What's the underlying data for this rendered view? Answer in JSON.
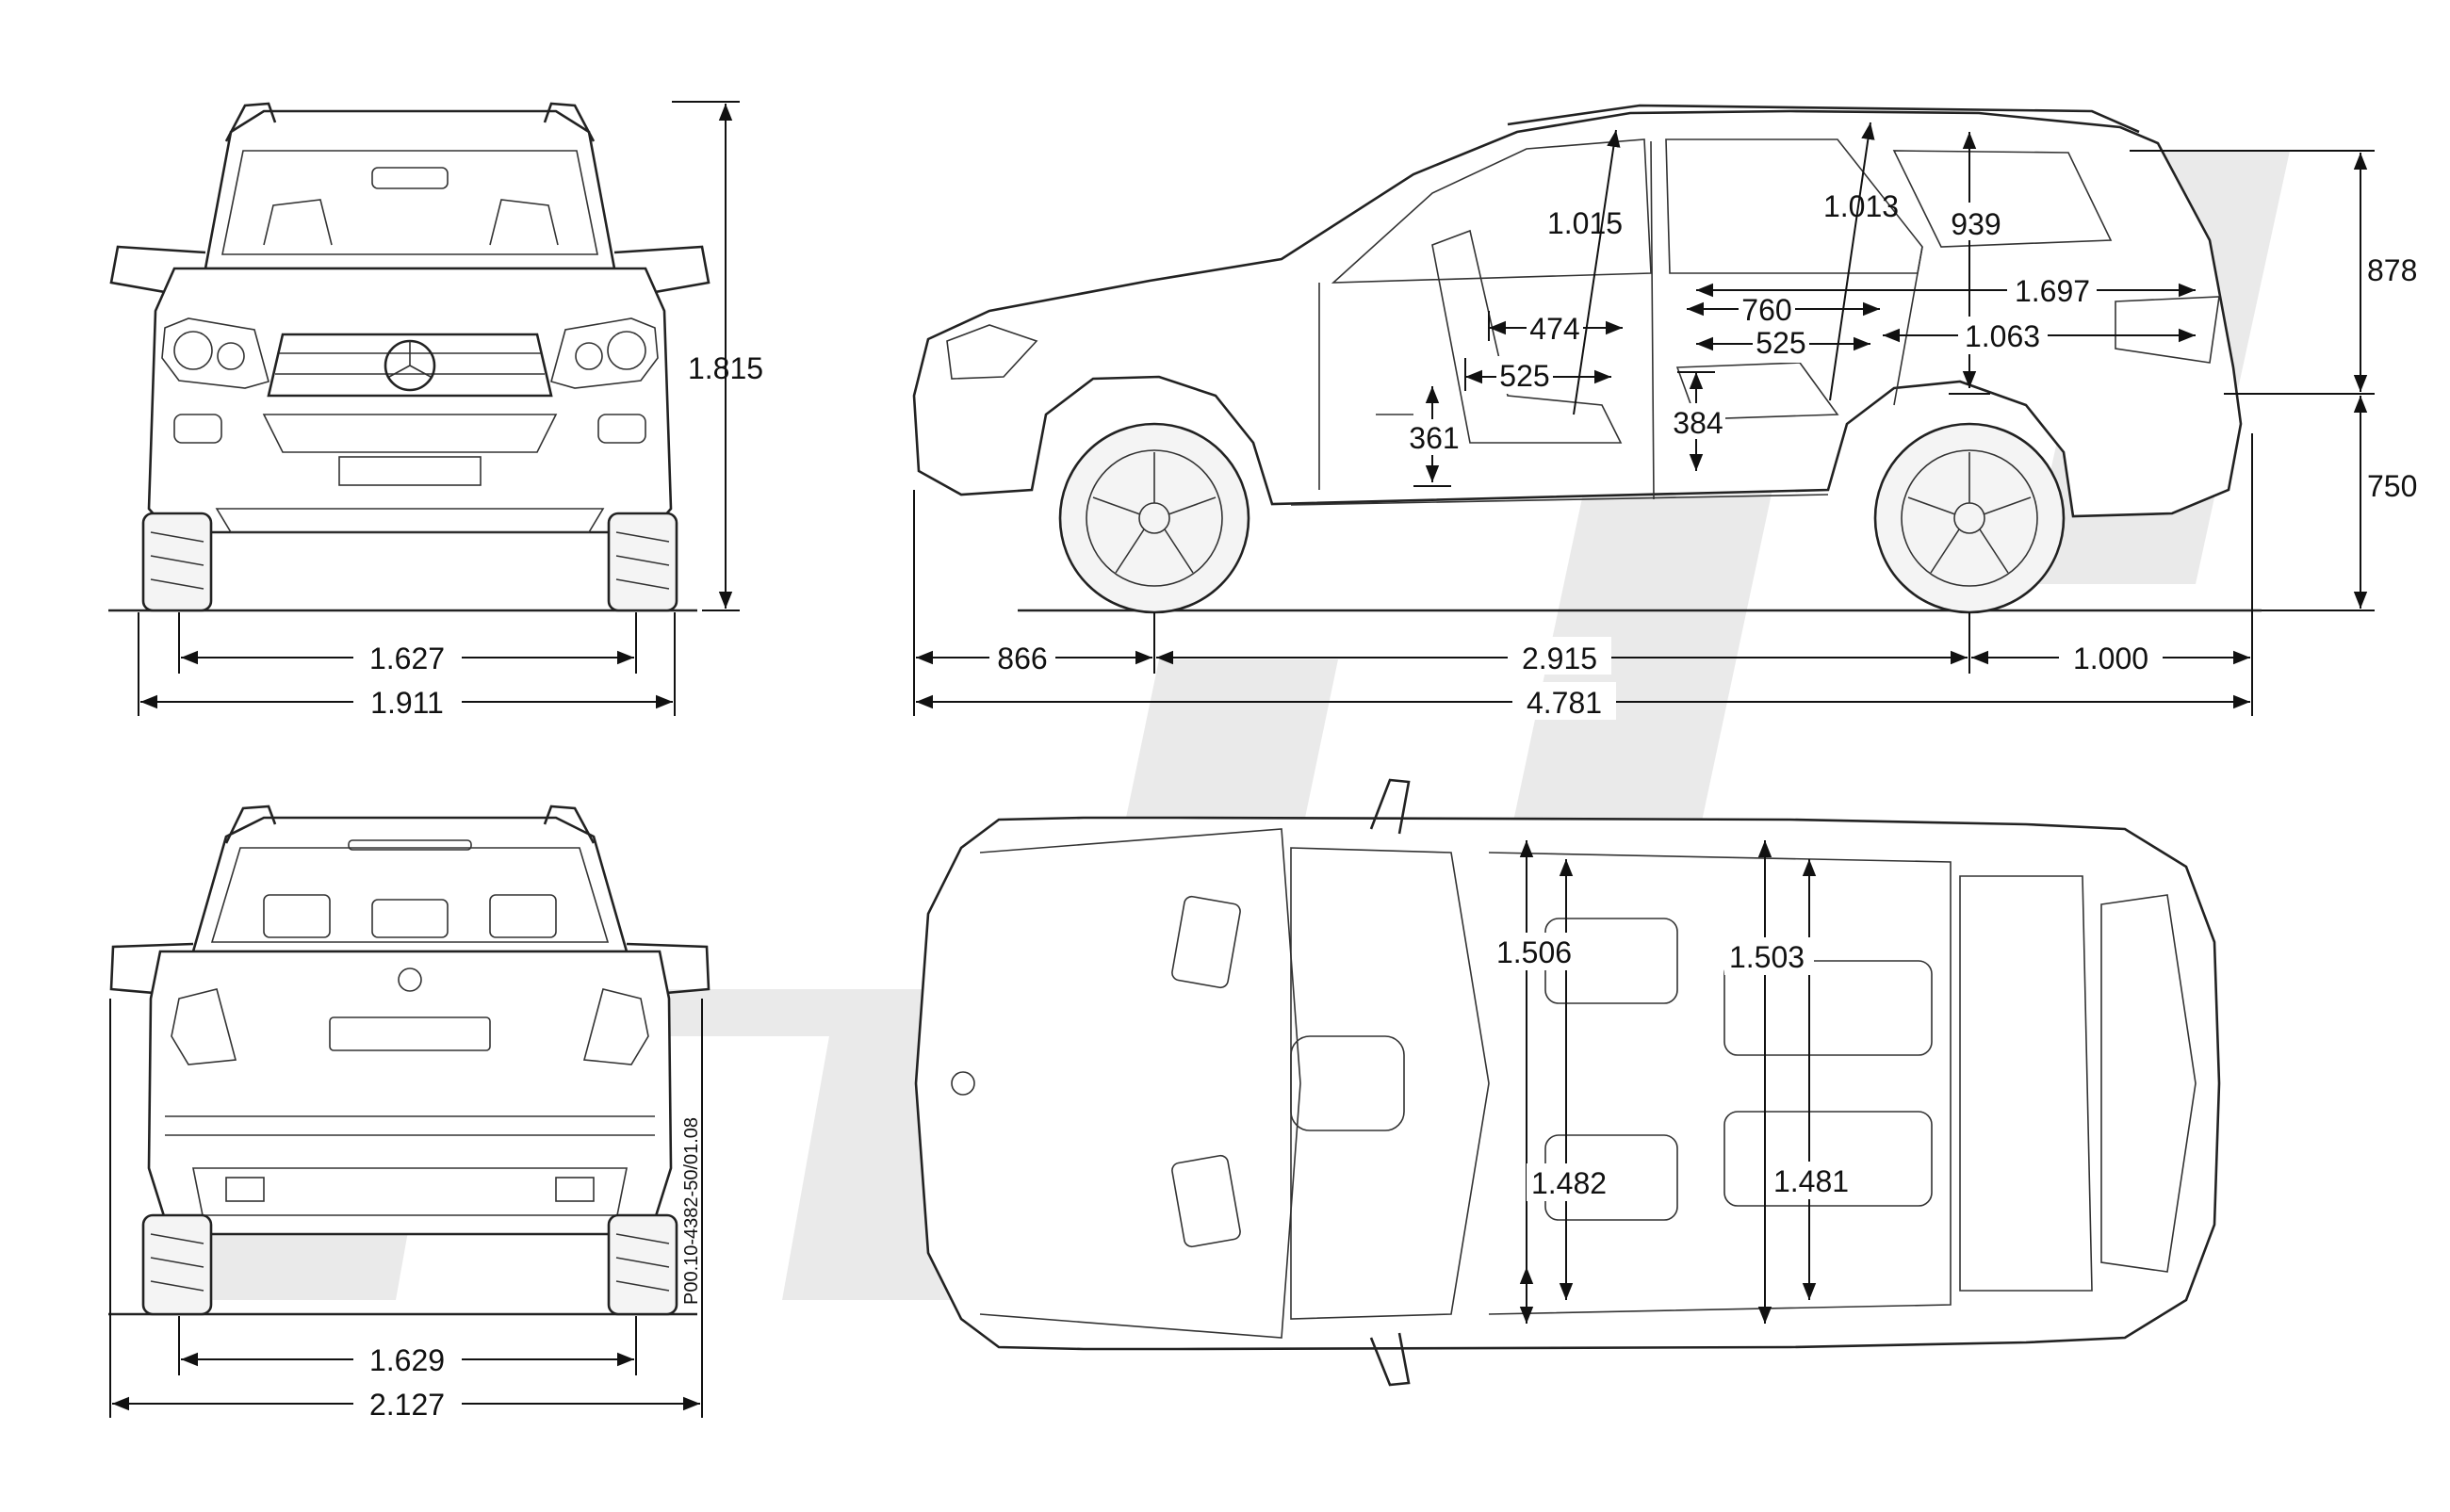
{
  "diagram": {
    "dimensions": {
      "front_height": "1.815",
      "front_track": "1.627",
      "front_width": "1.911",
      "rear_track": "1.629",
      "rear_width_mirrors": "2.127",
      "side_roof_to_belt": "878",
      "side_belt_to_ground": "750",
      "front_overhang": "866",
      "wheelbase": "2.915",
      "rear_overhang": "1.000",
      "overall_length": "4.781",
      "front_headroom": "1.015",
      "rear_headroom": "1.013",
      "cargo_height": "939",
      "front_seat_depth": "474",
      "front_legroom": "525",
      "rear_knee_room": "760",
      "rear_legroom": "525",
      "front_seat_height": "361",
      "rear_seat_height": "384",
      "cargo_length_max": "1.697",
      "cargo_length": "1.063",
      "front_shoulder_width": "1.506",
      "rear_shoulder_width": "1.503",
      "front_hip_width": "1.482",
      "rear_hip_width": "1.481"
    },
    "drawing_code": "P00.10-4382-50/01.08",
    "icons": {
      "front": "car-front-view-icon",
      "side": "car-side-view-icon",
      "rear": "car-rear-view-icon",
      "top": "car-top-view-icon"
    },
    "colors": {
      "line": "#222222",
      "watermark": "#d9d9d9"
    }
  }
}
